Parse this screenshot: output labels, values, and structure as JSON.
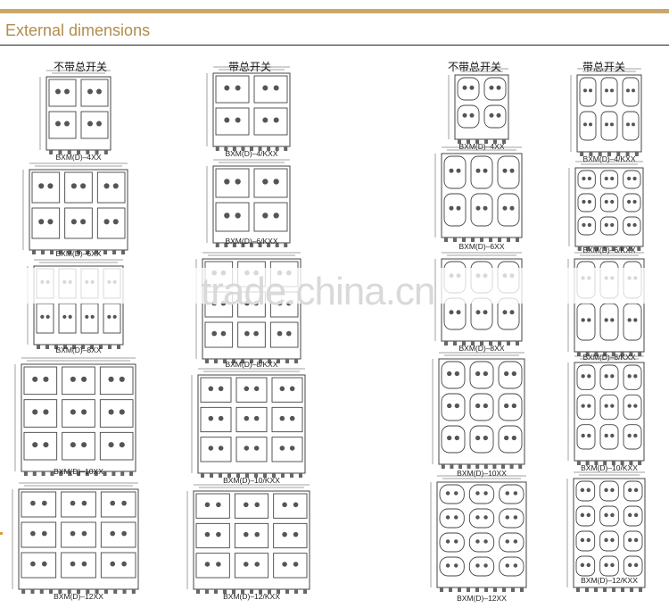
{
  "section": {
    "title": "External dimensions"
  },
  "column_headers": [
    "不带总开关",
    "带总开关",
    "不带总开关",
    "带总开关"
  ],
  "models": {
    "c0": [
      "BXM(D)–4XX",
      "BXM(D)–6XX",
      "BXM(D)–8XX",
      "BXM(D)–10XX",
      "BXM(D)–12XX"
    ],
    "c1": [
      "BXM(D)–4/KXX",
      "BXM(D)–6/KXX",
      "BXM(D)–8/KXX",
      "BXM(D)–10/KXX",
      "BXM(D)–12/KXX"
    ],
    "c2": [
      "BXM(D)–4XX",
      "BXM(D)–6XX",
      "BXM(D)–8XX",
      "BXM(D)–10XX",
      "BXM(D)–12XX"
    ],
    "c3": [
      "BXM(D)–4/KXX",
      "BXM(D)–6/KXX",
      "BXM(D)–8/KXX",
      "BXM(D)–10/KXX",
      "BXM(D)–12/KXX"
    ]
  },
  "watermark": "trade.china.cn",
  "colors": {
    "accent_bar": "#c8a86a",
    "title": "#b08d4f",
    "line": "#444444"
  }
}
